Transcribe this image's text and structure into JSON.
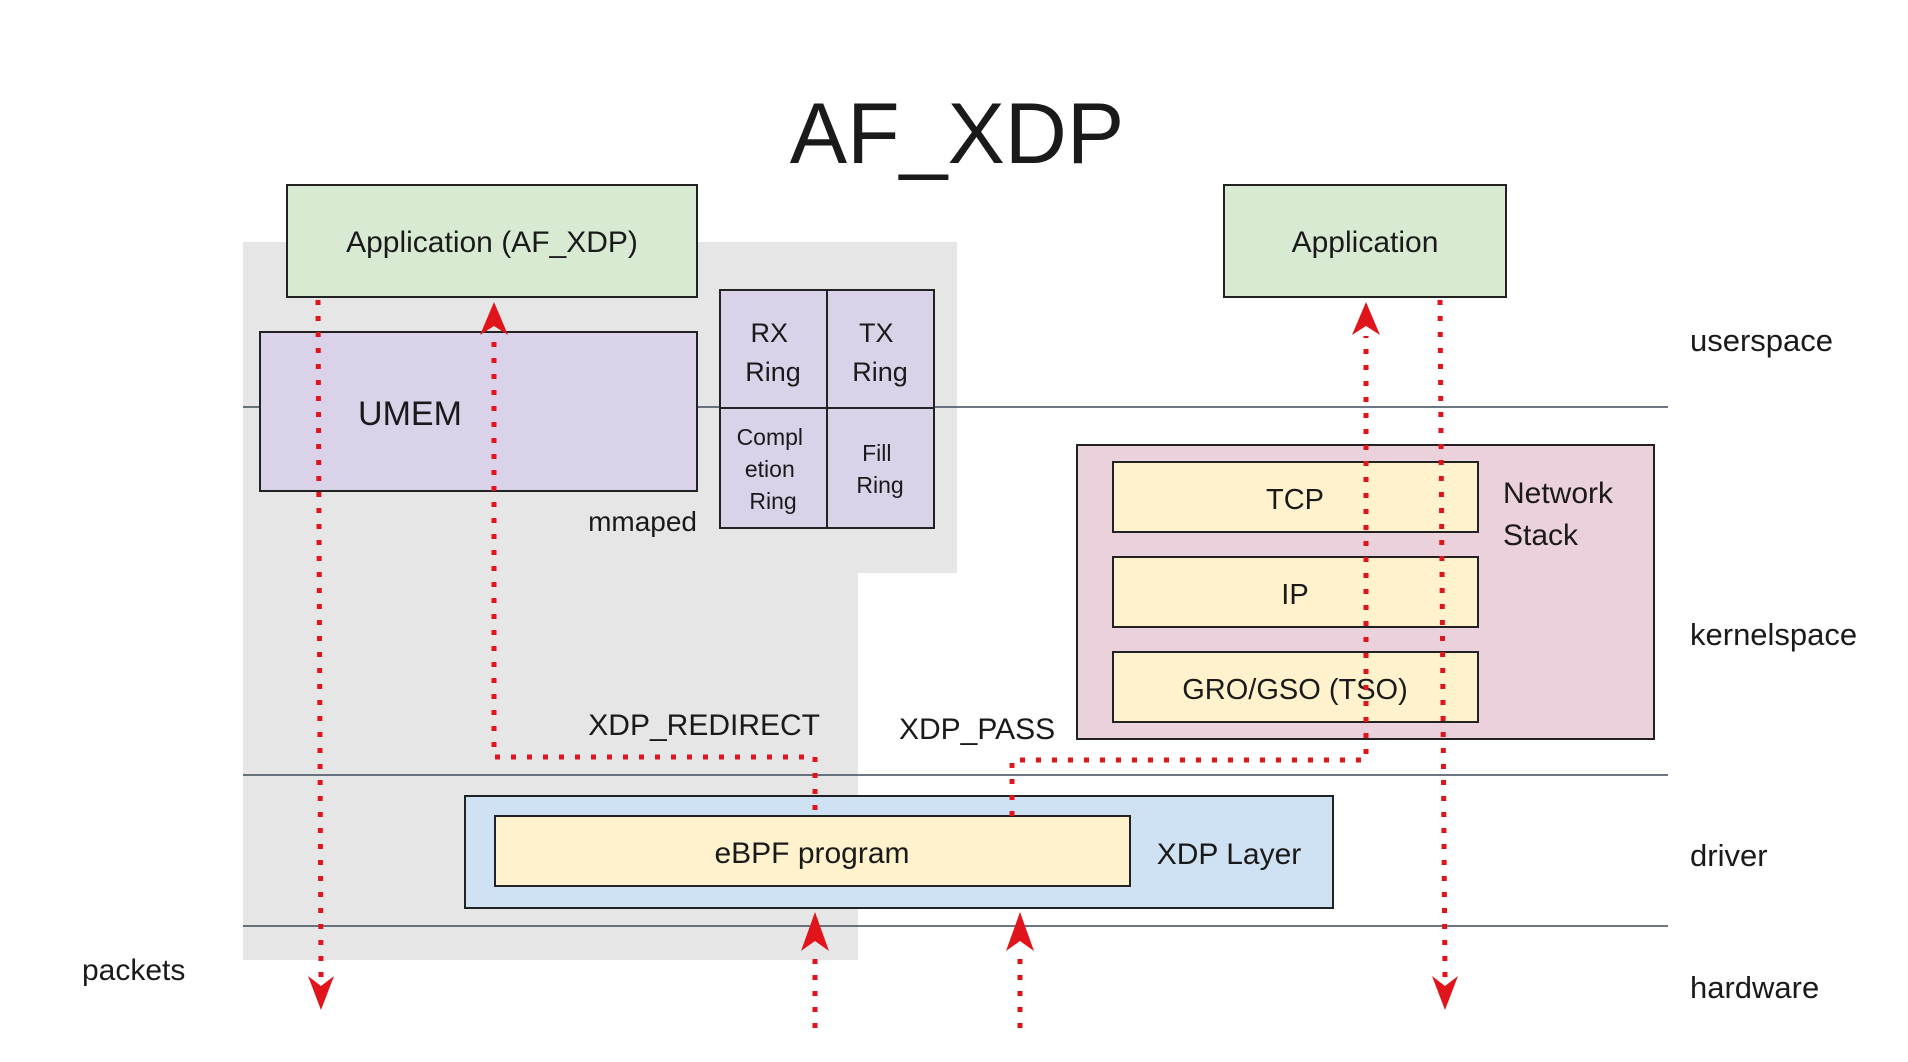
{
  "title": "AF_XDP",
  "boxes": {
    "app_af_xdp": "Application (AF_XDP)",
    "app": "Application",
    "umem": "UMEM",
    "mmaped": "mmaped",
    "rx_ring": [
      "RX",
      "Ring"
    ],
    "tx_ring": [
      "TX",
      "Ring"
    ],
    "completion_ring": [
      "Compl",
      "etion",
      "Ring"
    ],
    "fill_ring": [
      "Fill",
      "Ring"
    ],
    "network_stack": [
      "Network",
      "Stack"
    ],
    "tcp": "TCP",
    "ip": "IP",
    "gro_gso": "GRO/GSO (TSO)",
    "ebpf": "eBPF program",
    "xdp_layer": "XDP Layer"
  },
  "labels": {
    "xdp_redirect": "XDP_REDIRECT",
    "xdp_pass": "XDP_PASS",
    "packets": "packets"
  },
  "layers": [
    "userspace",
    "kernelspace",
    "driver",
    "hardware"
  ],
  "colors": {
    "app": "#d9ead3",
    "umem": "#d9d2e9",
    "rings": "#d9d2e9",
    "network_stack": "#ead1dc",
    "protocol": "#fff2cc",
    "xdp_layer": "#cfe2f3",
    "ebpf": "#fff2cc",
    "af_xdp_region": "#e6e6e6",
    "arrow": "#e0141b"
  }
}
